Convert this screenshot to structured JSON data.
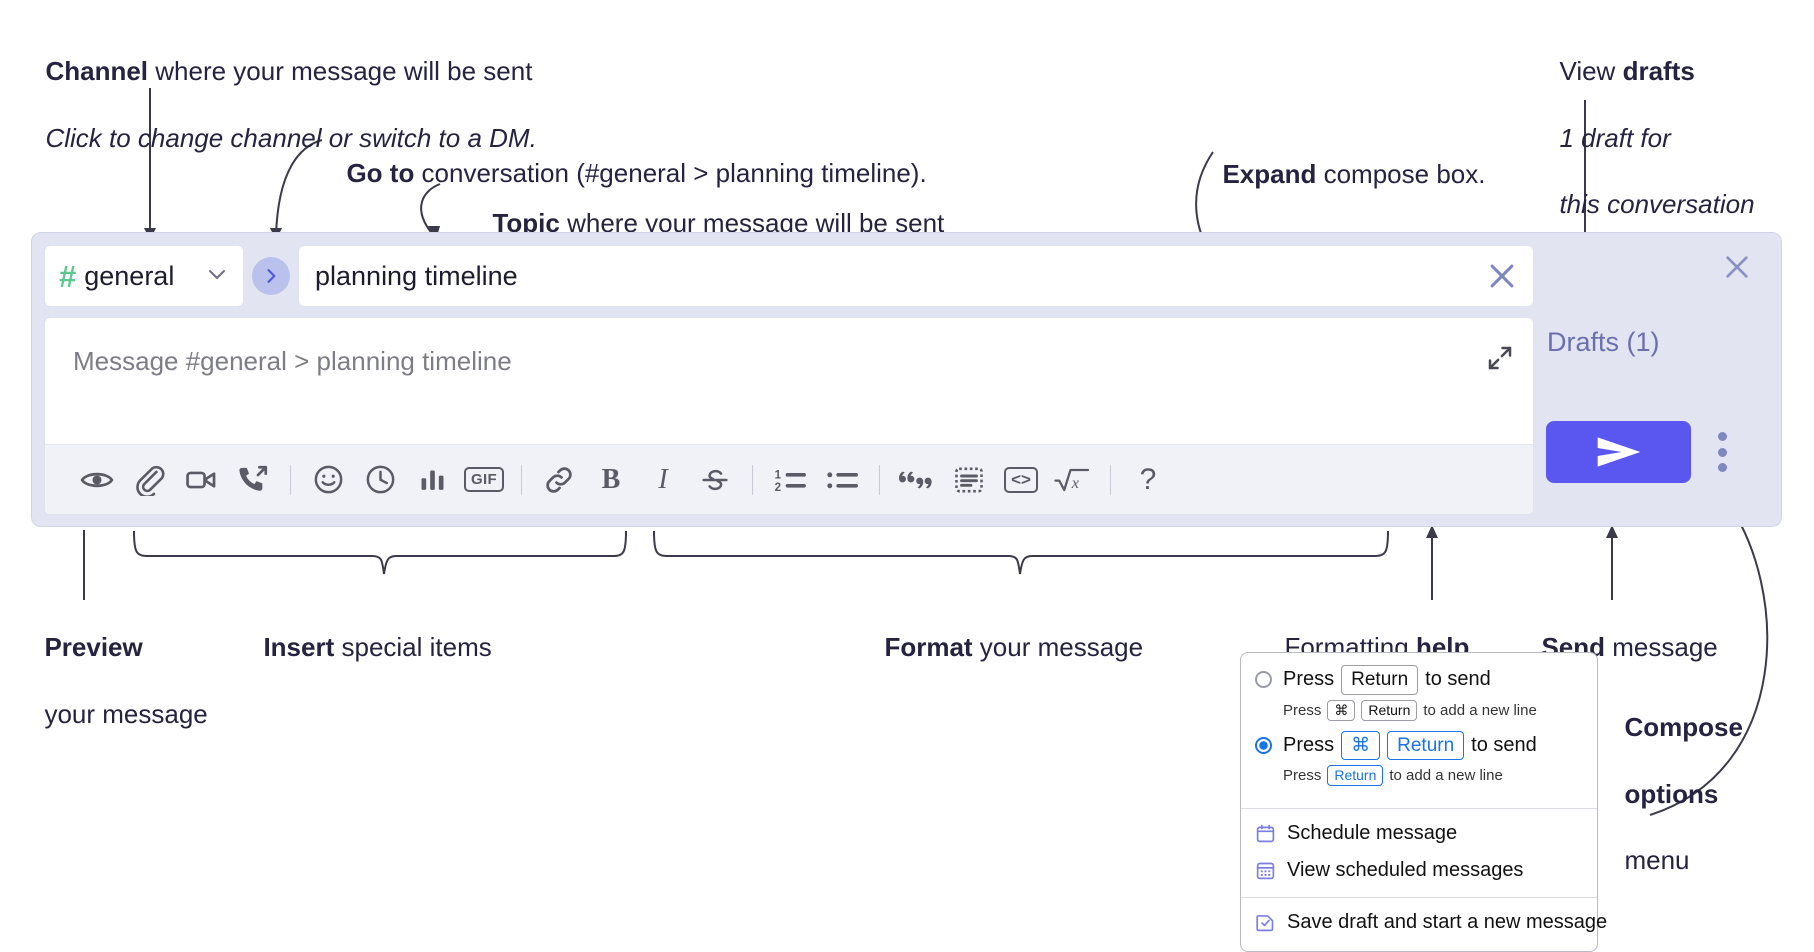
{
  "annotations": {
    "channel": {
      "bold": "Channel",
      "rest": " where your message will be sent",
      "italic": "Click to change channel or switch to a DM."
    },
    "goto": {
      "bold": "Go to",
      "rest": " conversation (#general > planning timeline)."
    },
    "topic": {
      "bold": "Topic",
      "rest": " where your message will be sent"
    },
    "expand": {
      "bold": "Expand",
      "rest": " compose box."
    },
    "drafts": {
      "lead": "View ",
      "bold": "drafts",
      "italic1": "1 draft for",
      "italic2": "this conversation"
    },
    "preview": {
      "bold": "Preview",
      "line2": "your message"
    },
    "insert": {
      "bold": "Insert",
      "rest": " special items"
    },
    "format": {
      "bold": "Format",
      "rest": " your message"
    },
    "help": {
      "lead": "Formatting ",
      "bold": "help"
    },
    "send": {
      "bold": "Send",
      "rest": " message"
    },
    "compose_options": {
      "bold1": "Compose",
      "bold2": "options",
      "rest": "menu"
    }
  },
  "compose": {
    "channel": {
      "hash": "#",
      "name": "general",
      "chevron": "chevron-down-icon"
    },
    "goto_icon": "chevron-right-icon",
    "topic": {
      "value": "planning timeline",
      "clear_icon": "close-icon"
    },
    "message": {
      "placeholder": "Message #general > planning timeline",
      "value": "",
      "expand_icon": "expand-icon"
    },
    "toolbar": [
      {
        "name": "preview-icon",
        "label": "Preview"
      },
      {
        "name": "attachment-icon",
        "label": "Attach file"
      },
      {
        "name": "video-icon",
        "label": "Video clip"
      },
      {
        "name": "audio-call-icon",
        "label": "Audio clip"
      },
      {
        "name": "separator",
        "label": ""
      },
      {
        "name": "emoji-icon",
        "label": "Emoji"
      },
      {
        "name": "clock-icon",
        "label": "Reminder"
      },
      {
        "name": "poll-icon",
        "label": "Poll"
      },
      {
        "name": "gif-icon",
        "label": "GIF"
      },
      {
        "name": "separator",
        "label": ""
      },
      {
        "name": "link-icon",
        "label": "Link"
      },
      {
        "name": "bold-icon",
        "label": "B"
      },
      {
        "name": "italic-icon",
        "label": "I"
      },
      {
        "name": "strikethrough-icon",
        "label": "S"
      },
      {
        "name": "separator",
        "label": ""
      },
      {
        "name": "ordered-list-icon",
        "label": "Ordered list"
      },
      {
        "name": "bulleted-list-icon",
        "label": "Bulleted list"
      },
      {
        "name": "separator",
        "label": ""
      },
      {
        "name": "blockquote-icon",
        "label": "Blockquote"
      },
      {
        "name": "code-block-icon",
        "label": "Code block"
      },
      {
        "name": "code-icon",
        "label": "Code"
      },
      {
        "name": "math-icon",
        "label": "Math"
      },
      {
        "name": "separator",
        "label": ""
      },
      {
        "name": "help-icon",
        "label": "?"
      }
    ],
    "right_rail": {
      "close_icon": "close-icon",
      "drafts_label": "Drafts (1)",
      "send_icon": "send-icon",
      "more_icon": "more-vertical-icon"
    }
  },
  "options_menu": {
    "radio_options": [
      {
        "selected": false,
        "main_pre": "Press",
        "main_keys": [
          "Return"
        ],
        "main_post": "to send",
        "sub_pre": "Press",
        "sub_keys": [
          "⌘",
          "Return"
        ],
        "sub_post": "to add a new line"
      },
      {
        "selected": true,
        "main_pre": "Press",
        "main_keys": [
          "⌘",
          "Return"
        ],
        "main_post": "to send",
        "sub_pre": "Press",
        "sub_keys": [
          "Return"
        ],
        "sub_post": "to add a new line"
      }
    ],
    "items": [
      {
        "icon": "calendar-icon",
        "label": "Schedule message"
      },
      {
        "icon": "calendar-grid-icon",
        "label": "View scheduled messages"
      },
      {
        "icon": "save-draft-icon",
        "label": "Save draft and start a new message",
        "divider_above": true
      }
    ]
  },
  "colors": {
    "panel_bg": "#e2e5f1",
    "send_button": "#5a56f0",
    "accent_link": "#6a6fae",
    "hash_green": "#5bc98f",
    "goto_circle": "#b9c1ec",
    "radio_blue": "#1a73e8",
    "menu_icon": "#7b7fe0",
    "text": "#262340"
  }
}
